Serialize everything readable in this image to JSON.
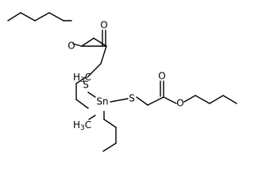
{
  "molecule": {
    "atoms": {
      "o_ester_left": "O",
      "o_carbonyl_left": "O",
      "s_left": "S",
      "sn_center": "Sn",
      "s_right": "S",
      "o_carbonyl_right": "O",
      "o_ester_right": "O",
      "ch3_upper": {
        "main": "H",
        "sub": "3",
        "tail": "C"
      },
      "ch3_lower": {
        "main": "H",
        "sub": "3",
        "tail": "C"
      }
    }
  }
}
